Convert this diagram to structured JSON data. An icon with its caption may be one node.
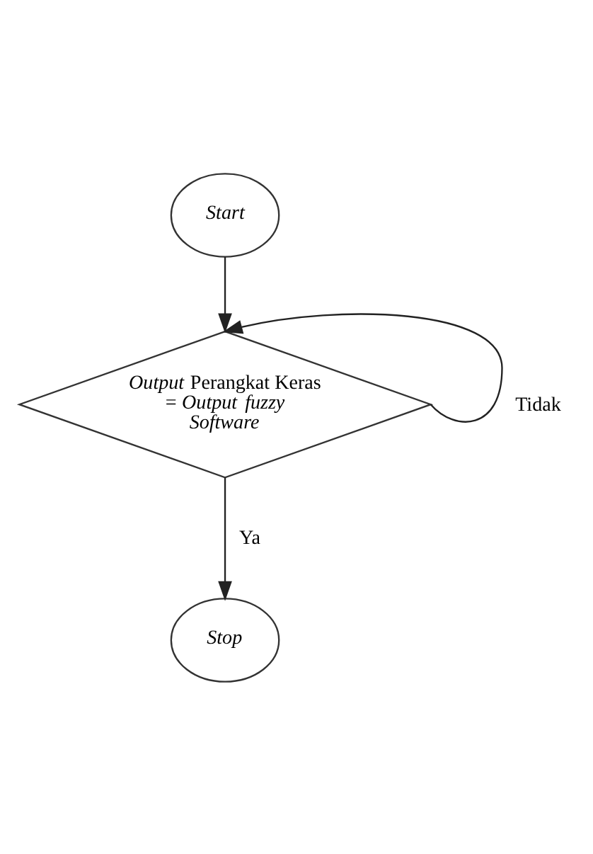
{
  "diagram": {
    "nodes": [
      {
        "text": [
          "Start"
        ]
      },
      {
        "text": [
          "*Output* Perangkat Keras = *Output fuzzy Software*"
        ]
      },
      {
        "text": [
          "Stop"
        ]
      }
    ],
    "edges": [
      {
        "from": 0,
        "to": 1,
        "arrow": "to"
      },
      {
        "from": 1,
        "to": 1,
        "arrow": "to",
        "label": "Tidak"
      },
      {
        "from": 1,
        "to": 2,
        "arrow": "to",
        "label": "Ya"
      }
    ]
  }
}
